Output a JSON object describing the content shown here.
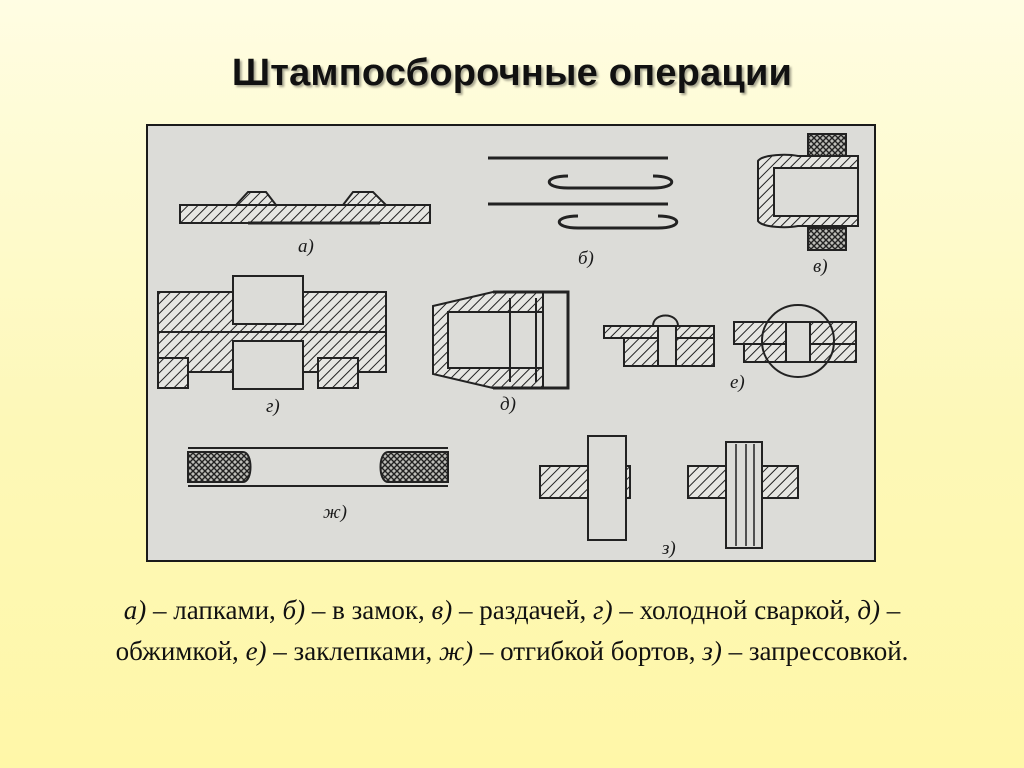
{
  "slide": {
    "title": "Штампосборочные операции"
  },
  "figure": {
    "labels": {
      "a": "а)",
      "b": "б)",
      "v": "в)",
      "g": "г)",
      "d": "д)",
      "e": "е)",
      "zh": "ж)",
      "z": "з)"
    }
  },
  "caption": {
    "items": [
      {
        "marker": "а)",
        "text": " – лапками, "
      },
      {
        "marker": "б)",
        "text": " – в замок, "
      },
      {
        "marker": "в)",
        "text": " – раздачей, "
      },
      {
        "marker": "г)",
        "text": " – холодной сваркой, "
      },
      {
        "marker": "д)",
        "text": " – обжимкой, "
      },
      {
        "marker": "е)",
        "text": " – заклепками, "
      },
      {
        "marker": "ж)",
        "text": " – отгибкой бортов, "
      },
      {
        "marker": "з)",
        "text": " – запрессовкой."
      }
    ]
  }
}
